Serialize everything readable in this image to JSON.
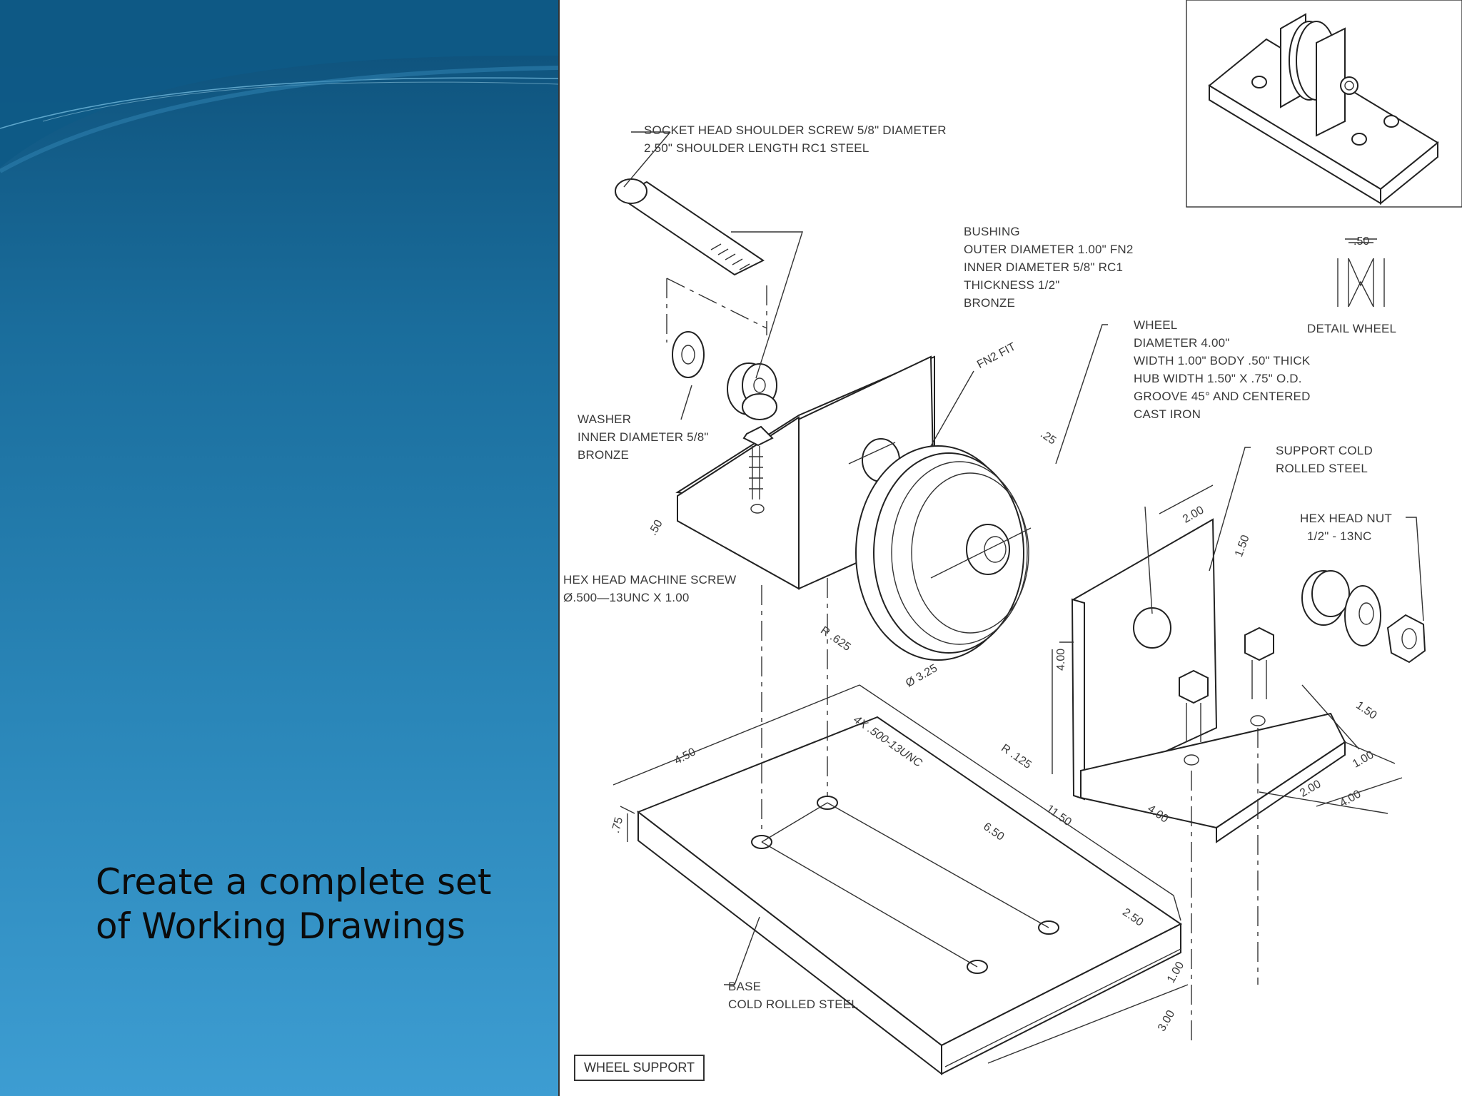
{
  "caption": {
    "line1": "Create a complete set",
    "line2": "of Working Drawings"
  },
  "drawing": {
    "title_block": "WHEEL SUPPORT",
    "notes": {
      "screw": [
        "SOCKET HEAD SHOULDER SCREW 5/8\" DIAMETER",
        "2.50\" SHOULDER LENGTH RC1 STEEL"
      ],
      "bushing": [
        "BUSHING",
        "OUTER DIAMETER 1.00\" FN2",
        "INNER DIAMETER 5/8\" RC1",
        "THICKNESS 1/2\"",
        "BRONZE"
      ],
      "wheel": [
        "WHEEL",
        "DIAMETER 4.00\"",
        "WIDTH 1.00\"  BODY .50\" THICK",
        "HUB WIDTH 1.50\" X .75\" O.D.",
        "GROOVE 45° AND CENTERED",
        "CAST IRON"
      ],
      "washer": [
        "WASHER",
        "INNER DIAMETER 5/8\"",
        "BRONZE"
      ],
      "machine_screw": [
        "HEX HEAD MACHINE SCREW",
        "Ø.500—13UNC X 1.00"
      ],
      "support": [
        "SUPPORT COLD",
        "ROLLED STEEL"
      ],
      "nut": [
        "HEX HEAD NUT",
        "1/2\" - 13NC"
      ],
      "base": [
        "BASE",
        "COLD ROLLED STEEL"
      ],
      "detail_wheel": "DETAIL WHEEL",
      "fit": "FN2 FIT"
    },
    "dimensions": {
      "detail_width": ".50",
      "wheel_offset": ".25",
      "bracket_thk": ".50",
      "bracket_radius": "R .625",
      "wheel_dia": "Ø 3.25",
      "support_w": "2.00",
      "support_h1": "1.50",
      "support_h": "4.00",
      "support_r": "R .125",
      "support_d1": "1.50",
      "support_d2": "1.00",
      "support_d3": "2.00",
      "support_d4": "4.00",
      "support_len": "4.00",
      "base_w": "4.50",
      "base_thk": ".75",
      "base_holes": "4X .500-13UNC",
      "base_len": "11.50",
      "base_span": "6.50",
      "base_d1": "2.50",
      "base_d2": "1.00",
      "base_d3": "3.00"
    }
  }
}
